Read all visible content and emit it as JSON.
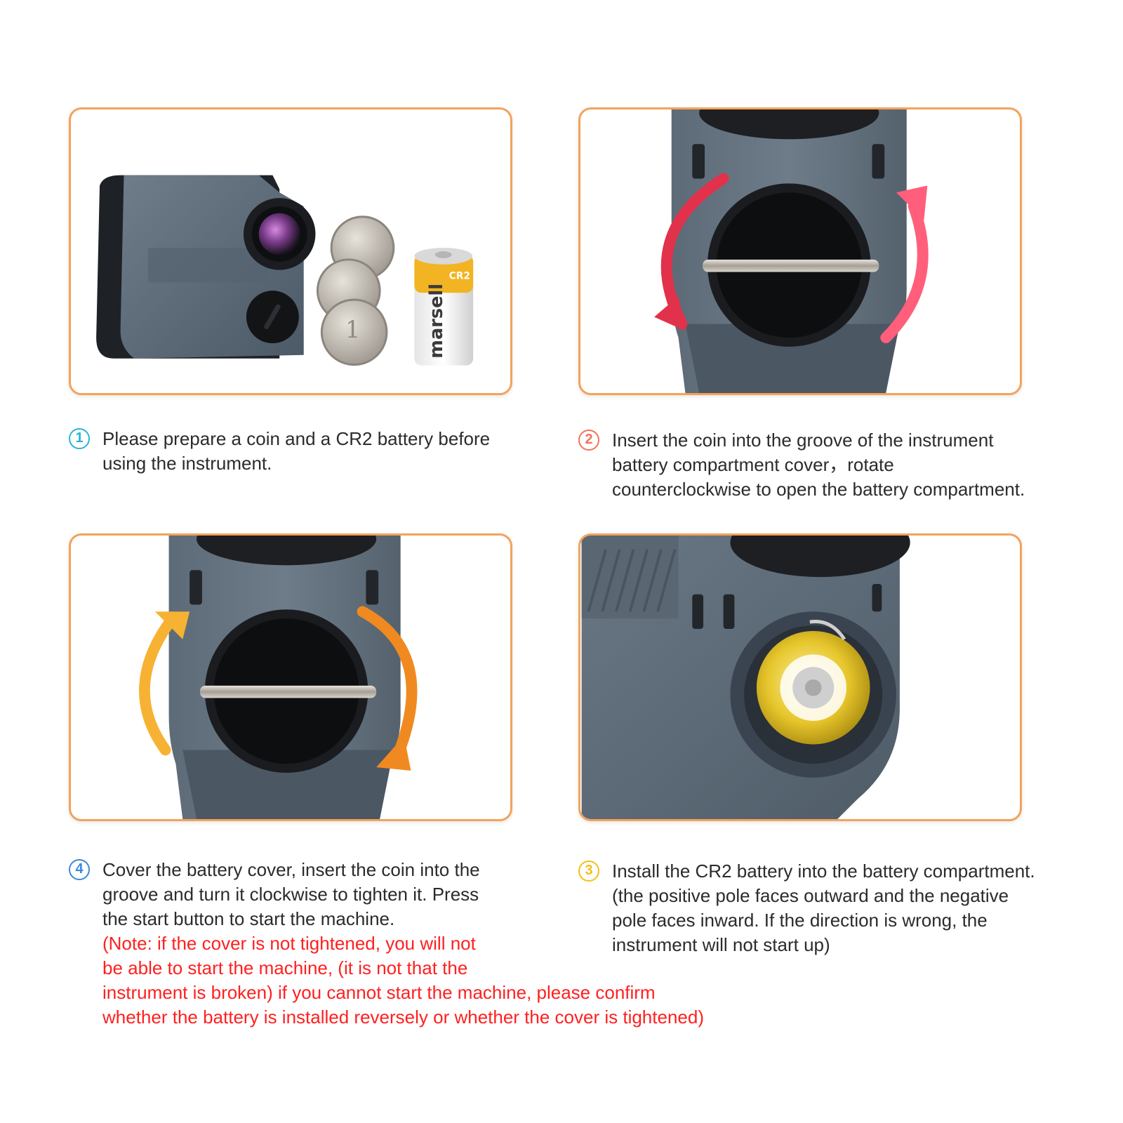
{
  "colors": {
    "panel_border": "#f3a35a",
    "note_text": "#ff2020",
    "device_body": "#5b6a78",
    "step1_badge": "#2bb5d4",
    "step2_badge": "#f0745a",
    "step3_badge": "#f5bf1a",
    "step4_badge": "#3c8ad8"
  },
  "panels": [
    {
      "id": "prepare",
      "icon": "rangefinder-coins-battery-image"
    },
    {
      "id": "open",
      "icon": "counterclockwise-rotate-image"
    },
    {
      "id": "close",
      "icon": "clockwise-rotate-image"
    },
    {
      "id": "install",
      "icon": "battery-installed-image"
    }
  ],
  "steps": {
    "s1": {
      "num": "1",
      "text": "Please prepare a coin and a CR2 battery before\nusing the instrument."
    },
    "s2": {
      "num": "2",
      "text": "Insert the coin into the groove of the instrument\nbattery compartment cover，rotate\ncounterclockwise to open the battery compartment."
    },
    "s4": {
      "num": "4",
      "text": "Cover the battery cover, insert the coin into the\ngroove and turn it clockwise to tighten it. Press\nthe start button to start the machine.",
      "note": "(Note: if the cover is not tightened, you will not\nbe able to start the machine, (it is not that the\ninstrument is broken) if you cannot start the machine, please confirm\nwhether the battery is installed reversely or whether the cover is tightened)"
    },
    "s3": {
      "num": "3",
      "text": "Install the CR2 battery into the battery compartment.\n(the positive pole faces outward and the negative\npole faces inward. If the direction is wrong, the\ninstrument will not start up)"
    }
  },
  "images": {
    "battery_label": "marsell",
    "battery_cap": "CR2"
  }
}
